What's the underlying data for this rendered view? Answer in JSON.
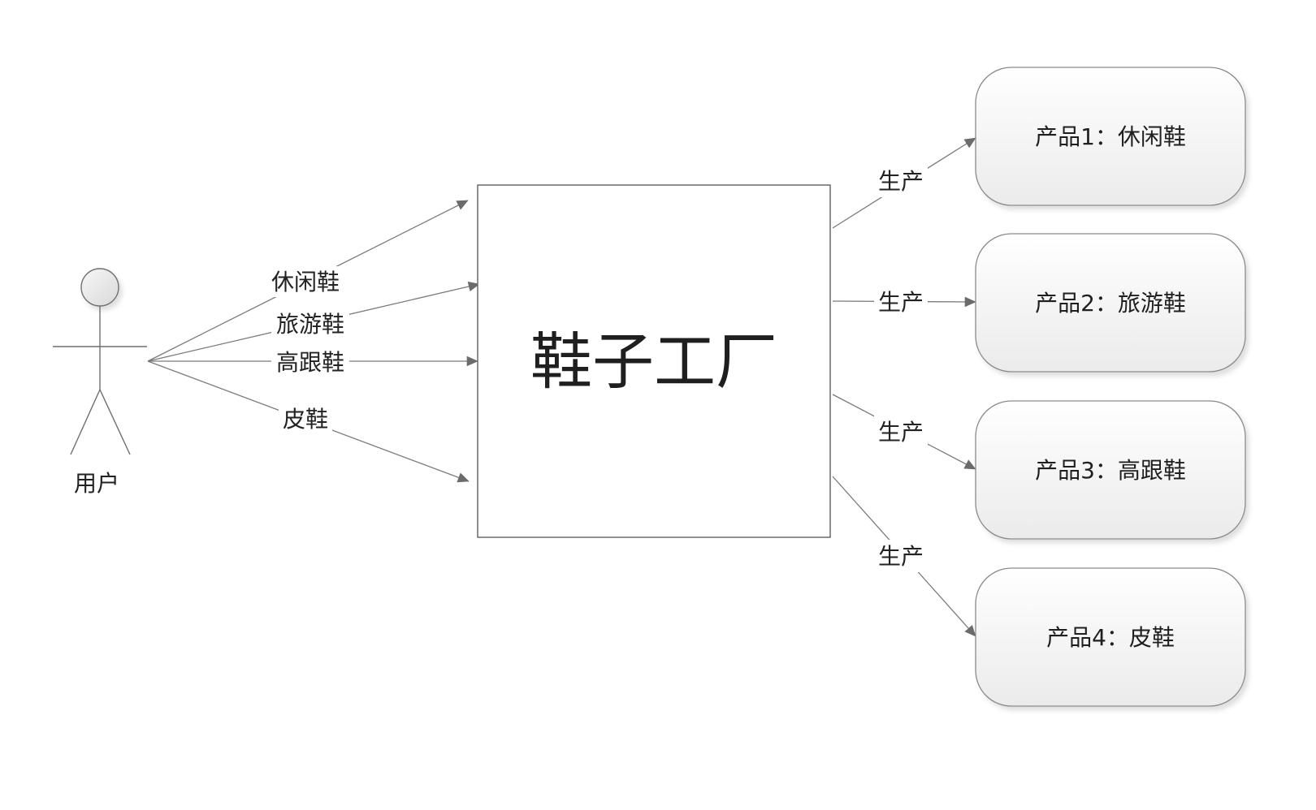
{
  "actor": {
    "label": "用户"
  },
  "factory": {
    "label": "鞋子工厂"
  },
  "requests": [
    {
      "label": "休闲鞋"
    },
    {
      "label": "旅游鞋"
    },
    {
      "label": "高跟鞋"
    },
    {
      "label": "皮鞋"
    }
  ],
  "produce_label": "生产",
  "products": [
    {
      "label": "产品1：休闲鞋"
    },
    {
      "label": "产品2：旅游鞋"
    },
    {
      "label": "产品3：高跟鞋"
    },
    {
      "label": "产品4：皮鞋"
    }
  ],
  "colors": {
    "line": "#7a7a7a",
    "box_stroke": "#6a6a6a",
    "product_fill_top": "#ffffff",
    "product_fill_bottom": "#ececec",
    "text": "#222222"
  }
}
